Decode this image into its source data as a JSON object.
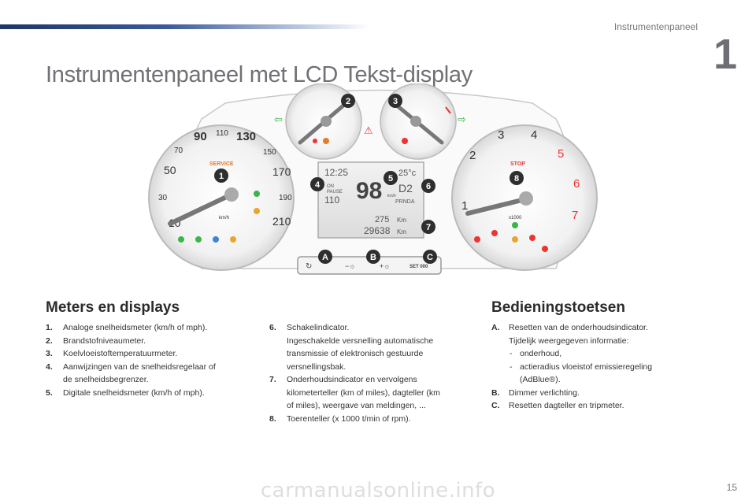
{
  "header": {
    "section_name": "Instrumentenpaneel",
    "chapter_number": "1"
  },
  "title": "Instrumentenpaneel met LCD Tekst-display",
  "cluster": {
    "speedo_ticks": [
      "10",
      "30",
      "50",
      "70",
      "90",
      "110",
      "130",
      "150",
      "170",
      "190",
      "210"
    ],
    "service_label": "SERVICE",
    "kmh_label": "km/h",
    "tacho_ticks": [
      "1",
      "2",
      "3",
      "4",
      "5",
      "6",
      "7"
    ],
    "stop_label": "STOP",
    "rpm_unit": "x1000",
    "lcd": {
      "time": "12:25",
      "temp": "25°c",
      "speed": "98",
      "speed_unit": "km/h",
      "limit": "110",
      "gear": "D2",
      "gear_options": "PRNDA",
      "range": "275",
      "odometer": "29638",
      "km": "Km",
      "on_label": "ON",
      "pause_label": "PAUSE"
    },
    "callouts": [
      "1",
      "2",
      "3",
      "4",
      "5",
      "6",
      "7",
      "8",
      "A",
      "B",
      "C"
    ],
    "buttons": {
      "a_label": "↻",
      "b_label": "−☼",
      "b2_label": "+☼",
      "c_label": "SET 000"
    }
  },
  "meters": {
    "heading": "Meters en displays",
    "left_items": [
      {
        "num": "1.",
        "text": "Analoge snelheidsmeter (km/h of mph)."
      },
      {
        "num": "2.",
        "text": "Brandstofniveaumeter."
      },
      {
        "num": "3.",
        "text": "Koelvloeistoftemperatuurmeter."
      },
      {
        "num": "4.",
        "text": "Aanwijzingen van de snelheidsregelaar of",
        "text2": "de snelheidsbegrenzer."
      },
      {
        "num": "5.",
        "text": "Digitale snelheidsmeter (km/h of mph)."
      }
    ],
    "right_items": [
      {
        "num": "6.",
        "text": "Schakelindicator.",
        "text2": "Ingeschakelde versnelling automatische",
        "text3": "transmissie of elektronisch gestuurde",
        "text4": "versnellingsbak."
      },
      {
        "num": "7.",
        "text": "Onderhoudsindicator en vervolgens",
        "text2": "kilometerteller (km of miles), dagteller (km",
        "text3": "of miles), weergave van meldingen, ..."
      },
      {
        "num": "8.",
        "text": "Toerenteller (x 1000 t/min of rpm)."
      }
    ]
  },
  "controls": {
    "heading": "Bedieningstoetsen",
    "items": [
      {
        "num": "A.",
        "text": "Resetten van de onderhoudsindicator.",
        "text2": "Tijdelijk weergegeven informatie:",
        "dash1": "onderhoud,",
        "dash2": "actieradius vloeistof emissieregeling",
        "dash2b": "(AdBlue®)."
      },
      {
        "num": "B.",
        "text": "Dimmer verlichting."
      },
      {
        "num": "C.",
        "text": "Resetten dagteller en tripmeter."
      }
    ]
  },
  "page_number": "15",
  "watermark": "carmanualsonline.info"
}
